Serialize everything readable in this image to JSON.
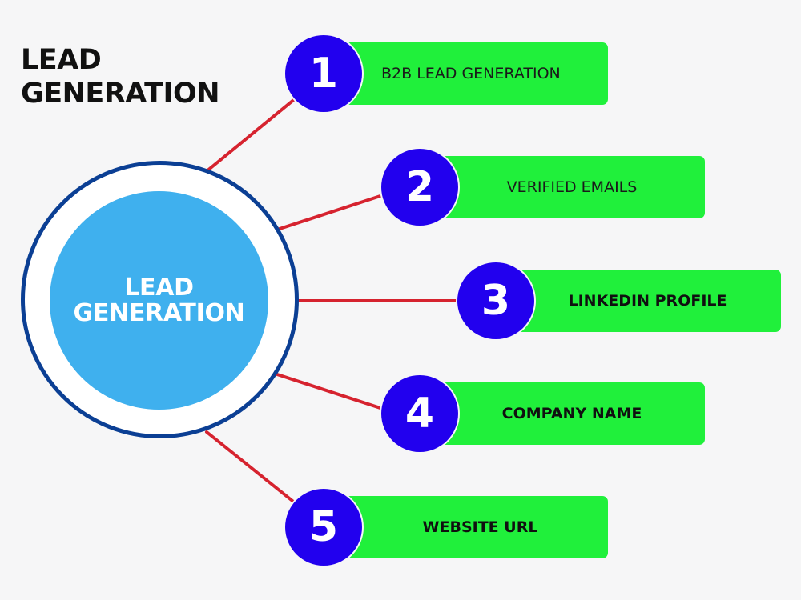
{
  "title": {
    "line1": "LEAD",
    "line2": "GENERATION"
  },
  "center": {
    "line1": "LEAD",
    "line2": "GENERATION"
  },
  "items": [
    {
      "number": "1",
      "label": "B2B LEAD GENERATION"
    },
    {
      "number": "2",
      "label": "VERIFIED EMAILS"
    },
    {
      "number": "3",
      "label": "LINKEDIN PROFILE"
    },
    {
      "number": "4",
      "label": "COMPANY NAME"
    },
    {
      "number": "5",
      "label": "WEBSITE URL"
    }
  ],
  "colors": {
    "background": "#f6f6f7",
    "ring": "#0b3f94",
    "center_fill": "#3fb0ee",
    "card_fill": "#20f03b",
    "badge_fill": "#2200ee",
    "connector": "#d6232f"
  }
}
